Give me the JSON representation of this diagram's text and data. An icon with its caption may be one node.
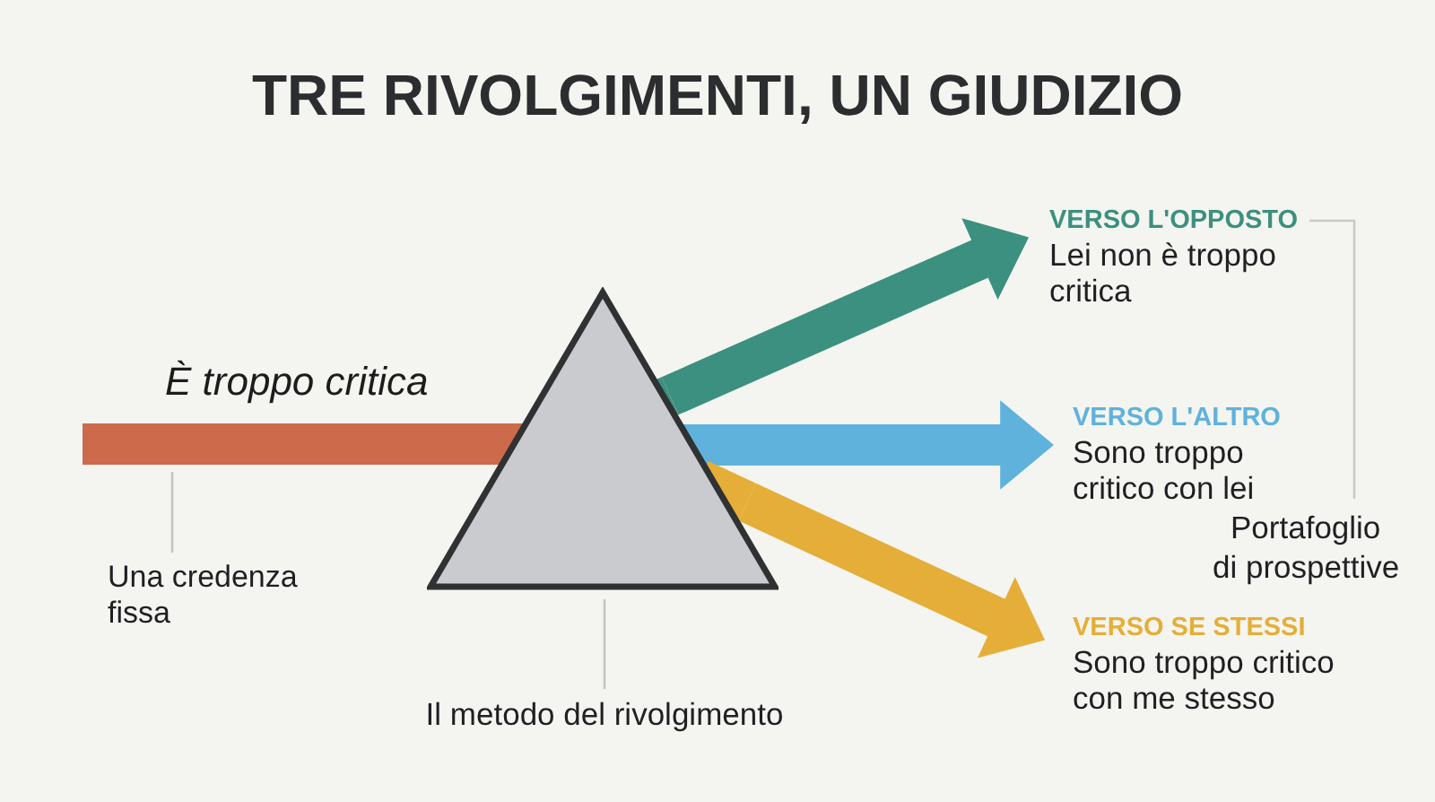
{
  "diagram": {
    "title": "TRE RIVOLGIMENTI, UN GIUDIZIO",
    "nodes": [
      {
        "text": [
          "È troppo critica"
        ]
      },
      {
        "text": [
          "Una credenza fissa"
        ]
      },
      {
        "text": [],
        "shape": "triangle"
      },
      {
        "text": [
          "Il metodo del rivolgimento"
        ]
      },
      {
        "text": [
          "VERSO L'OPPOSTO",
          "Lei non è troppo critica"
        ]
      },
      {
        "text": [
          "VERSO L'ALTRO",
          "Sono troppo critico con lei"
        ]
      },
      {
        "text": [
          "VERSO SE STESSI",
          "Sono troppo critico con me stesso"
        ]
      }
    ],
    "edges": [
      {
        "from": 1,
        "to": 0,
        "arrow": "none"
      },
      {
        "from": 3,
        "to": 2,
        "arrow": "none"
      },
      {
        "from": 2,
        "to": 4,
        "arrow": "to",
        "color": "#3c907f"
      },
      {
        "from": 2,
        "to": 5,
        "arrow": "to",
        "color": "#5fb2dc"
      },
      {
        "from": 2,
        "to": 6,
        "arrow": "to",
        "color": "#e5ae38"
      }
    ],
    "labels": [
      "Portafoglio di prospettive"
    ]
  }
}
